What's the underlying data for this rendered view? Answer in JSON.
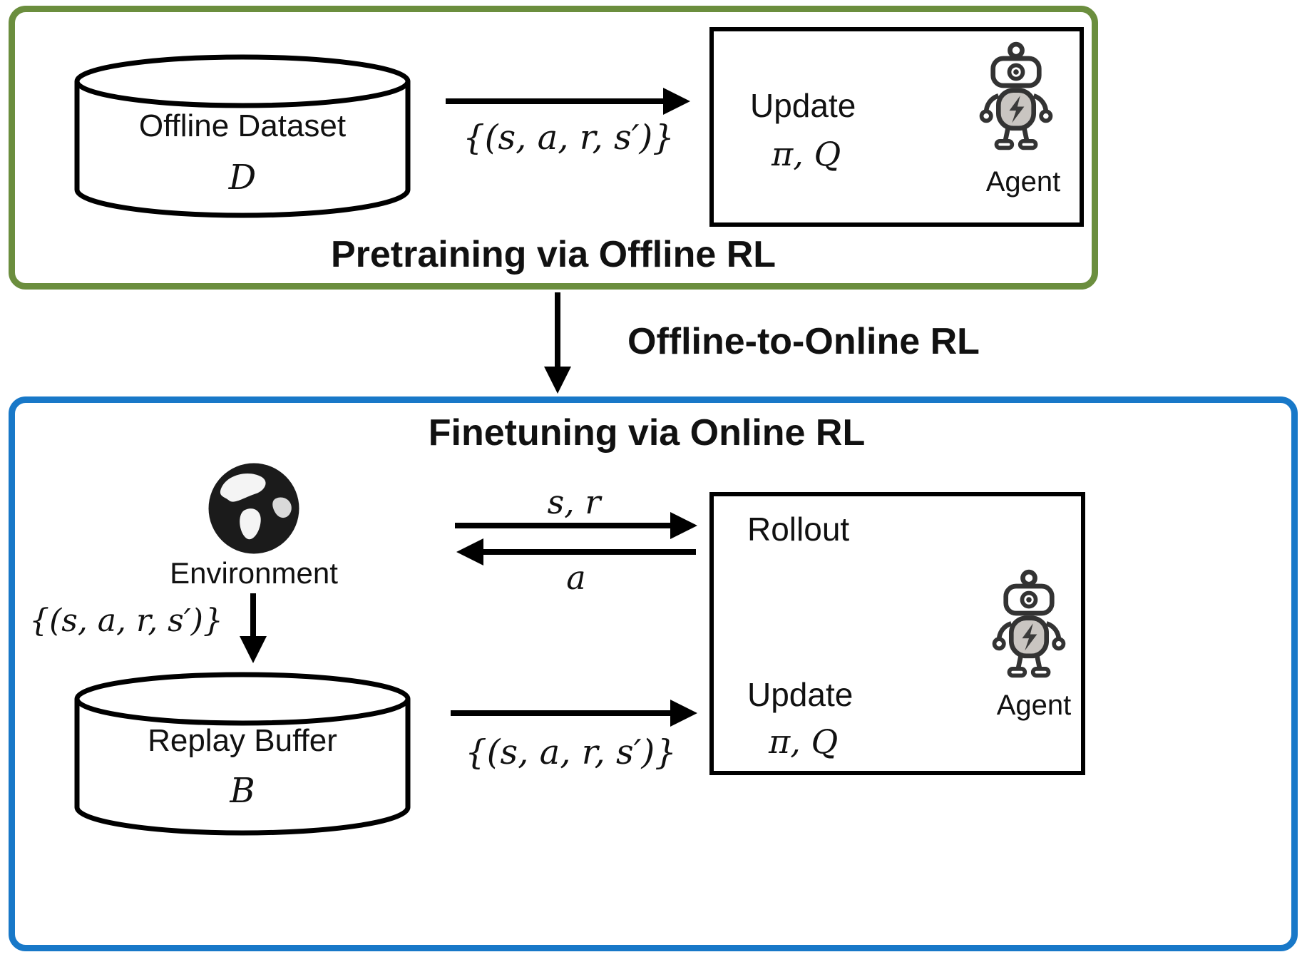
{
  "diagram": {
    "pretraining": {
      "title": "Pretraining via Offline RL",
      "dataset_label": "Offline Dataset",
      "dataset_symbol": "D",
      "transition_label": "{(s, a, r, s′)}",
      "agent_box": {
        "update_line1": "Update",
        "update_line2": "π, Q",
        "agent_label": "Agent"
      }
    },
    "bridge_label": "Offline-to-Online RL",
    "finetuning": {
      "title": "Finetuning via Online RL",
      "environment_label": "Environment",
      "env_transition_label": "{(s, a, r, s′)}",
      "state_reward_label": "s, r",
      "action_label": "a",
      "buffer_label": "Replay Buffer",
      "buffer_symbol": "B",
      "buffer_transition_label": "{(s, a, r, s′)}",
      "agent_box": {
        "rollout_label": "Rollout",
        "update_line1": "Update",
        "update_line2": "π, Q",
        "agent_label": "Agent"
      }
    },
    "colors": {
      "pretraining_border": "#6b8e3e",
      "finetuning_border": "#1878c8",
      "arrow": "#000000"
    }
  }
}
